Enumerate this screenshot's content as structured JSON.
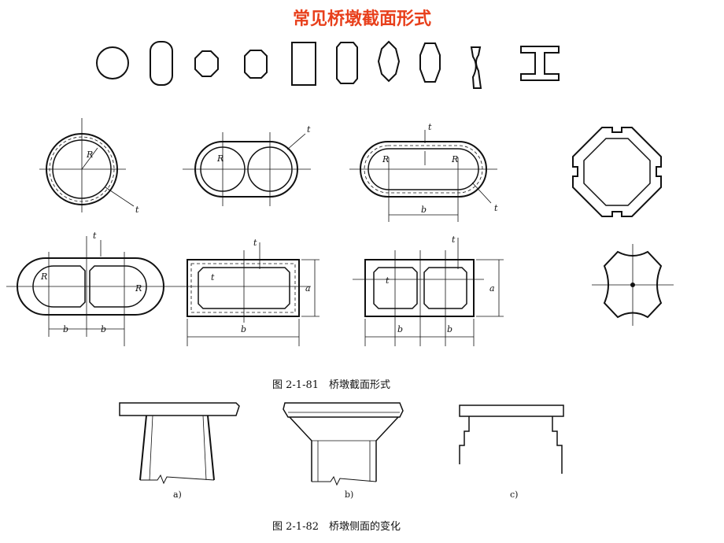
{
  "title": {
    "text": "常见桥墩截面形式",
    "color": "#e8401c"
  },
  "figure_81": {
    "caption": "图 2-1-81　桥墩截面形式",
    "labels": {
      "R": "R",
      "t": "t",
      "b": "b",
      "a": "a"
    }
  },
  "figure_82": {
    "caption": "图 2-1-82　桥墩侧面的变化",
    "parts": [
      "a)",
      "b)",
      "c)"
    ]
  }
}
